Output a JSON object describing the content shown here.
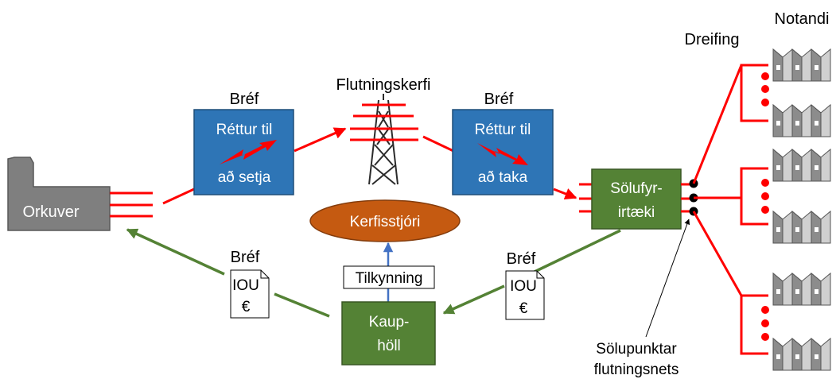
{
  "power_plant": {
    "label": "Orkuver"
  },
  "transmission": {
    "label": "Flutningskerfi"
  },
  "letter_send": {
    "heading": "Bréf",
    "line1": "Réttur til",
    "line2": "að setja"
  },
  "letter_take": {
    "heading": "Bréf",
    "line1": "Réttur til",
    "line2": "að taka"
  },
  "retailer": {
    "line1": "Sölufyr-",
    "line2": "irtæki"
  },
  "operator": {
    "label": "Kerfisstjóri"
  },
  "notification": {
    "label": "Tilkynning"
  },
  "exchange": {
    "line1": "Kaup-",
    "line2": "höll"
  },
  "iou_left": {
    "heading": "Bréf",
    "line1": "IOU",
    "line2": "€"
  },
  "iou_right": {
    "heading": "Bréf",
    "line1": "IOU",
    "line2": "€"
  },
  "distribution": {
    "label": "Dreifing"
  },
  "consumers": {
    "label": "Notandi"
  },
  "sales_points": {
    "line1": "Sölupunktar",
    "line2": "flutningsnets"
  },
  "colors": {
    "blue_box": "#2e75b6",
    "green_box": "#548235",
    "orange_ellipse": "#c55a11",
    "gray_plant": "#7f7f7f",
    "red_line": "#ff0000",
    "green_arrow": "#548235",
    "blue_arrow": "#4472c4"
  }
}
